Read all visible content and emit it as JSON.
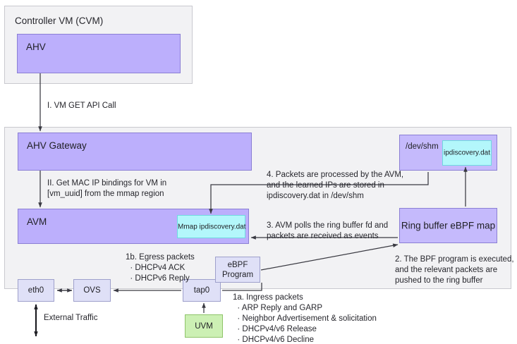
{
  "diagram": {
    "title": "AHV IP discovery eBPF dataflow",
    "colors": {
      "container_fill": "#f2f2f4",
      "container_stroke": "#c9c9cf",
      "node_purple": "#bcaffc",
      "node_purple_light": "#c5bafc",
      "node_pale_blue": "#dfe0f7",
      "node_cyan": "#b3f7fb",
      "node_green": "#ccf0b4",
      "wire": "#3a3a42",
      "text": "#26262c"
    }
  },
  "cvm": {
    "label": "Controller VM (CVM)",
    "ahv": {
      "label": "AHV"
    }
  },
  "host": {
    "gateway": {
      "label": "AHV Gateway"
    },
    "avm": {
      "label": "AVM"
    },
    "mmap": {
      "label": "Mmap ipdiscovery.dat"
    },
    "devshm": {
      "label": "/dev/shm"
    },
    "ipdiscovery_file": {
      "label": "ipdiscovery.dat"
    },
    "ringbuffer": {
      "label": "Ring buffer eBPF map"
    }
  },
  "datapath": {
    "eth0": {
      "label": "eth0"
    },
    "ovs": {
      "label": "OVS"
    },
    "tap0": {
      "label": "tap0"
    },
    "ebpf_program": {
      "label": "eBPF\nProgram"
    },
    "uvm": {
      "label": "UVM"
    },
    "external_traffic": {
      "label": "External Traffic"
    }
  },
  "annotations": {
    "step_I": "I. VM GET API Call",
    "step_II": "II. Get MAC IP bindings for VM in\n[vm_uuid] from the mmap region",
    "step_1a": "1a. Ingress packets\n  · ARP Reply and GARP\n  · Neighbor Advertisement & solicitation\n  · DHCPv4/v6 Release\n  · DHCPv4/v6 Decline",
    "step_1b": "1b. Egress packets\n  · DHCPv4 ACK\n  · DHCPv6 Reply",
    "step_2": "2. The BPF program is executed,\nand the relevant packets are\npushed to the ring buffer",
    "step_3": "3. AVM polls the ring buffer fd and\npackets are received as events",
    "step_4": "4. Packets are processed by the AVM,\nand the learned IPs are stored in\nipdiscovery.dat in /dev/shm"
  }
}
